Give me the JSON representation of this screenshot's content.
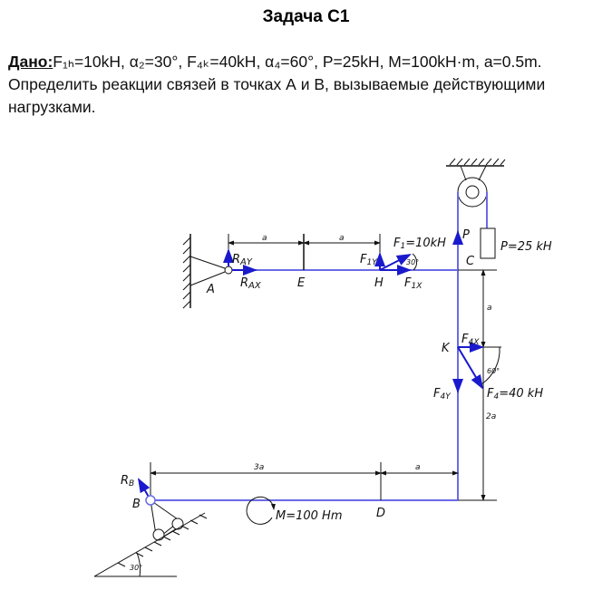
{
  "title": "Задача С1",
  "given": {
    "label": "Дано:",
    "values": "F₁ₕ=10kH, α₂=30°, F₄ₖ=40kH, α₄=60°, P=25kH, M=100kH·m, a=0.5m."
  },
  "task_line1": "Определить реакции связей в точках А и В, вызываемые действующими",
  "task_line2": "нагрузками.",
  "diagram": {
    "points": {
      "A": "A",
      "B": "B",
      "C": "C",
      "D": "D",
      "E": "E",
      "H": "H",
      "K": "K"
    },
    "labels": {
      "RAY": "R",
      "RAY_sub": "AY",
      "RAX": "R",
      "RAX_sub": "AX",
      "RB": "R",
      "RB_sub": "B",
      "F1Y": "F",
      "F1Y_sub": "1Y",
      "F1X": "F",
      "F1X_sub": "1X",
      "F1": "F",
      "F1_sub": "1",
      "F1_val": "=10kH",
      "ang1": "30°",
      "P": "P",
      "P_val": "P=25 kH",
      "F4X": "F",
      "F4X_sub": "4X",
      "F4Y": "F",
      "F4Y_sub": "4Y",
      "F4": "F",
      "F4_sub": "4",
      "F4_val": "=40 kH",
      "ang4": "60°",
      "M": "M=100 Hm",
      "angB": "30°"
    },
    "dims": {
      "a1": "a",
      "a2": "a",
      "a_vert": "a",
      "2a": "2a",
      "3a": "3a",
      "a_bot": "a"
    },
    "colors": {
      "beam": "#6a6ae8",
      "force": "#1a1acc"
    }
  }
}
